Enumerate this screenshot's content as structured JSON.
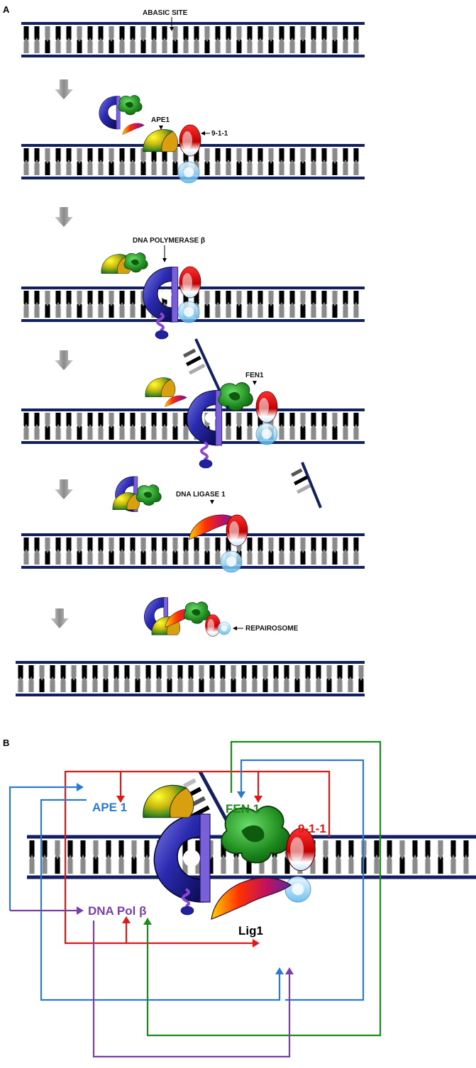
{
  "panels": {
    "a": {
      "letter": "A",
      "labels": {
        "abasic_site": "ABASIC SITE",
        "ape1": "APE1",
        "nine11": "9-1-1",
        "polymerase": "DNA POLYMERASE β",
        "fen1": "FEN1",
        "ligase": "DNA LIGASE 1",
        "repairosome": "REPAIROSOME"
      }
    },
    "b": {
      "letter": "B",
      "labels": {
        "ape1": "APE 1",
        "fen1": "FEN 1",
        "nine11": "9-1-1",
        "polb": "DNA Pol β",
        "lig1": "Lig1"
      }
    }
  },
  "colors": {
    "dna_backbone": "#13205f",
    "ape1": "#2a7bd0",
    "fen1": "#1c8a1c",
    "nine11": "#e01818",
    "polb": "#7b3fa8",
    "lig1": "#000000",
    "process_arrow": "#9a9a9a"
  }
}
